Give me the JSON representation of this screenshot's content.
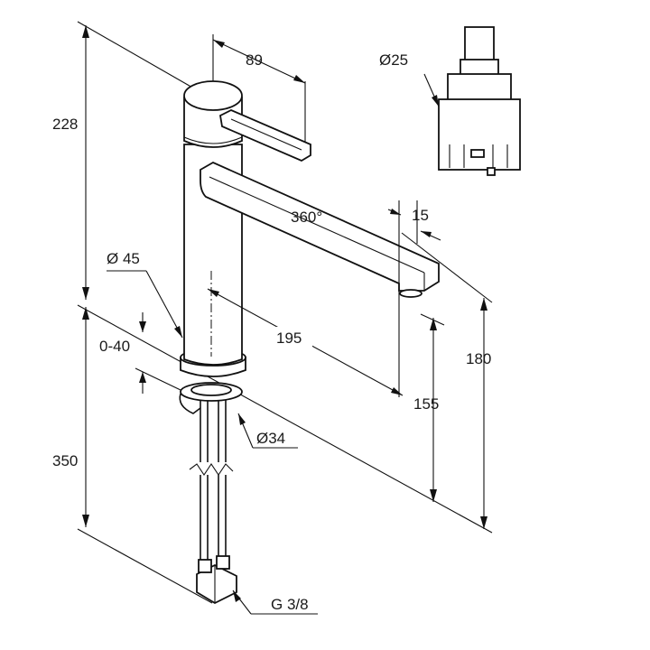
{
  "drawing": {
    "type": "faucet-technical-drawing",
    "colors": {
      "line": "#111111",
      "background": "#ffffff"
    }
  },
  "dimensions": {
    "handle_reach": "89",
    "cartridge_diameter": "Ø25",
    "total_height_upper": "228",
    "rotation": "360°",
    "spout_thickness": "15",
    "body_diameter": "Ø 45",
    "deck_thickness": "0-40",
    "spout_reach": "195",
    "spout_height_right": "180",
    "outlet_height": "155",
    "hole_diameter": "Ø34",
    "hose_length": "350",
    "connection_thread": "G 3/8"
  }
}
